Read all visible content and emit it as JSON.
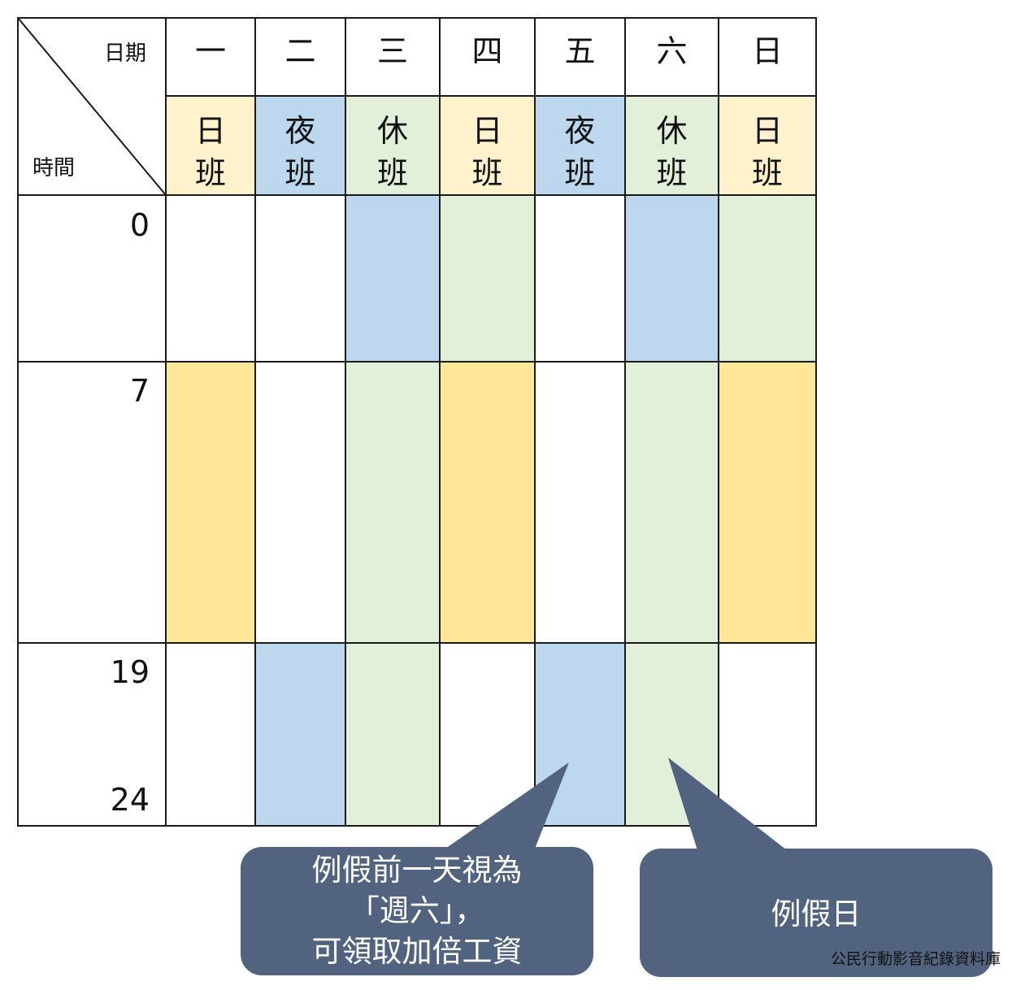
{
  "header": {
    "date_label": "日期",
    "time_label": "時間",
    "days": [
      "一",
      "二",
      "三",
      "四",
      "五",
      "六",
      "日"
    ]
  },
  "shifts": [
    [
      "日",
      "班"
    ],
    [
      "夜",
      "班"
    ],
    [
      "休",
      "班"
    ],
    [
      "日",
      "班"
    ],
    [
      "夜",
      "班"
    ],
    [
      "休",
      "班"
    ],
    [
      "日",
      "班"
    ]
  ],
  "time_labels": [
    "0",
    "7",
    "19",
    "24"
  ],
  "colors": {
    "day_header": "#fff2cc",
    "day_fill": "#ffe699",
    "night": "#bdd7ee",
    "rest": "#e2efd9",
    "bubble": "#51637f",
    "grid": "#1a1a1a"
  },
  "columns": [
    {
      "segments": [
        "white",
        "day",
        "white"
      ]
    },
    {
      "segments": [
        "white",
        "white",
        "night"
      ]
    },
    {
      "segments": [
        "night",
        "rest",
        "rest"
      ]
    },
    {
      "segments": [
        "rest",
        "day",
        "white"
      ]
    },
    {
      "segments": [
        "white",
        "white",
        "night"
      ]
    },
    {
      "segments": [
        "night",
        "rest",
        "rest"
      ]
    },
    {
      "segments": [
        "rest",
        "day",
        "white"
      ]
    }
  ],
  "callouts": {
    "left": [
      "例假前一天視為",
      "「週六」，",
      "可領取加倍工資"
    ],
    "right": "例假日"
  },
  "credit": "公民行動影音紀錄資料庫"
}
